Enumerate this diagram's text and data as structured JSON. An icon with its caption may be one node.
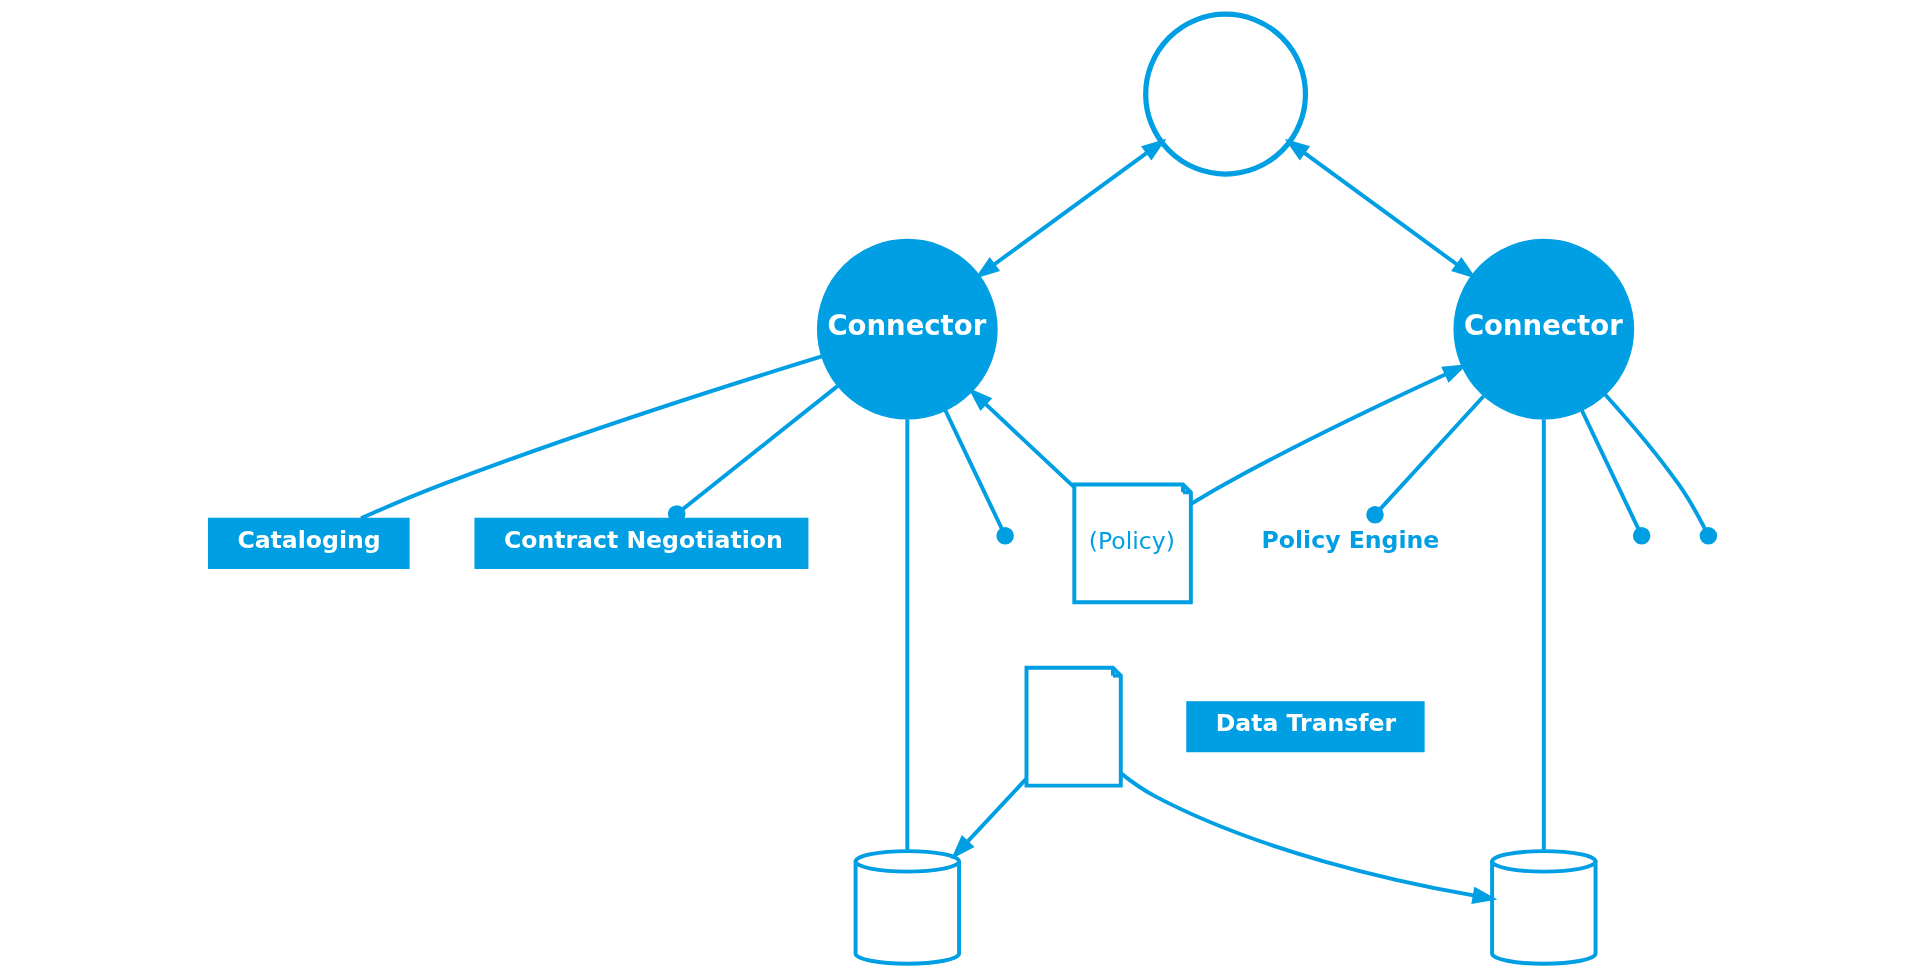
{
  "diagram": {
    "nodes": [
      {
        "text": [],
        "shape": "circle"
      },
      {
        "text": [
          "Connector"
        ]
      },
      {
        "text": [
          "Cataloging"
        ]
      },
      {
        "text": [
          "(Policy)"
        ]
      },
      {
        "text": [
          "Connector"
        ]
      },
      {
        "text": [
          "Contract Negotiation"
        ]
      },
      {
        "text": [
          "Policy Engine"
        ]
      },
      {
        "text": [],
        "shape": "cylinder"
      },
      {
        "text": [
          "Data Transfer"
        ]
      },
      {
        "text": [],
        "shape": "document"
      },
      {
        "text": [],
        "shape": "cylinder"
      }
    ],
    "edges": [
      {
        "from": 0,
        "to": 1,
        "arrow": "both"
      },
      {
        "from": 0,
        "to": 4,
        "arrow": "both"
      },
      {
        "from": 1,
        "to": 2,
        "arrow": "none"
      },
      {
        "from": 3,
        "to": 1,
        "arrow": "to"
      },
      {
        "from": 3,
        "to": 4,
        "arrow": "to"
      },
      {
        "from": 1,
        "to": null,
        "arrow": "other"
      },
      {
        "from": 1,
        "to": 5,
        "arrow": "other"
      },
      {
        "from": 1,
        "to": 7,
        "arrow": "none"
      },
      {
        "from": 4,
        "to": null,
        "arrow": "other"
      },
      {
        "from": 4,
        "to": null,
        "arrow": "other"
      },
      {
        "from": 4,
        "to": 6,
        "arrow": "other"
      },
      {
        "from": 4,
        "to": 10,
        "arrow": "none"
      },
      {
        "from": 9,
        "to": 7,
        "arrow": "to"
      },
      {
        "from": 9,
        "to": 10,
        "arrow": "to"
      }
    ]
  }
}
